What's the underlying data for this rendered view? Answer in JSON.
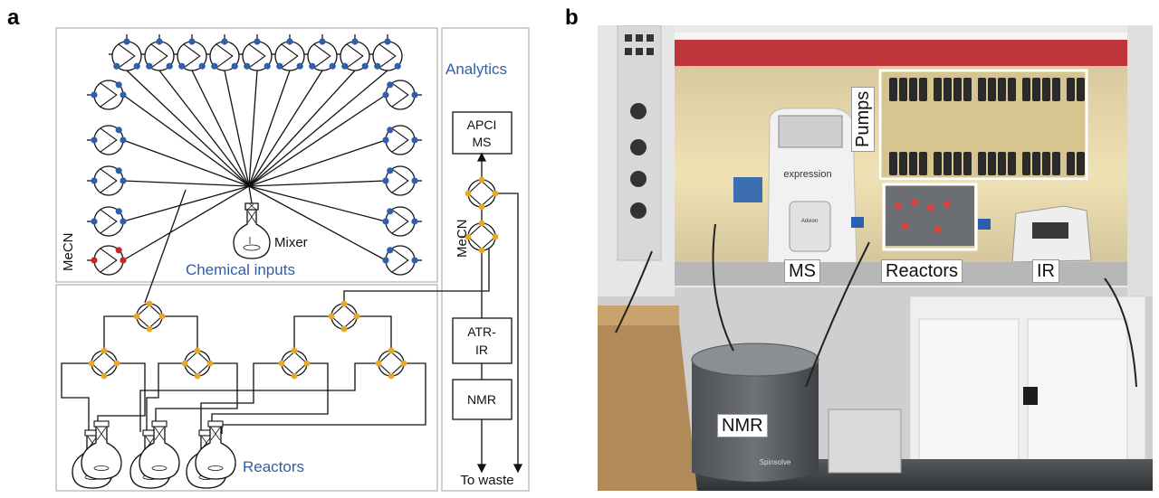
{
  "panels": {
    "a": {
      "letter": "a"
    },
    "b": {
      "letter": "b"
    }
  },
  "schematic": {
    "chemical_inputs_label": "Chemical inputs",
    "analytics_label": "Analytics",
    "reactors_label": "Reactors",
    "mixer_label": "Mixer",
    "solvent_label_left": "MeCN",
    "solvent_label_right": "MeCN",
    "apci_ms_line1": "APCI",
    "apci_ms_line2": "MS",
    "atr_ir_line1": "ATR-",
    "atr_ir_line2": "IR",
    "nmr_label": "NMR",
    "to_waste_label": "To waste",
    "colors": {
      "input_port": "#2e5fa8",
      "solvent_port": "#c62828",
      "valve_port": "#e8a825",
      "label_blue": "#2e5fa8",
      "box_border": "#b5b5b5"
    }
  },
  "photo": {
    "labels": {
      "pumps": "Pumps",
      "ms": "MS",
      "reactors": "Reactors",
      "ir": "IR",
      "nmr": "NMR"
    },
    "instrument_text": {
      "ms_brand": "expression",
      "ms_model": "Advion",
      "nmr_brand": "Spinsolve"
    }
  }
}
